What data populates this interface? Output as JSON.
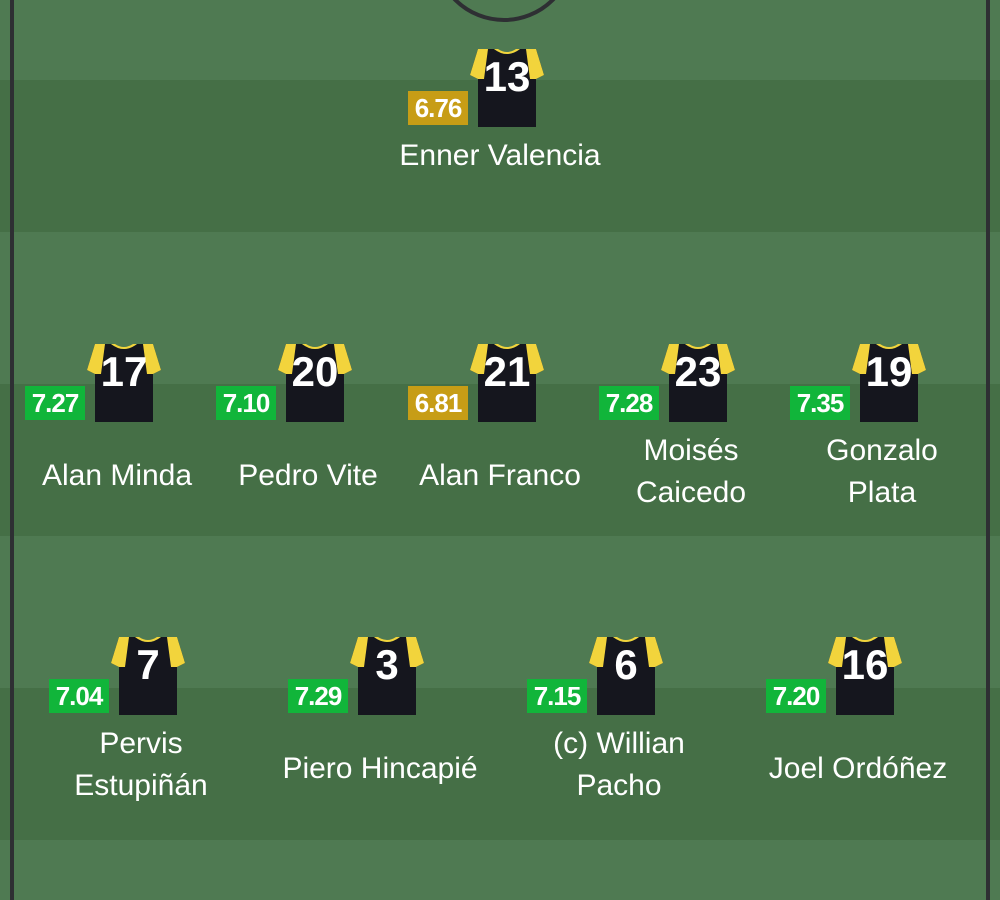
{
  "colors": {
    "rating_good": "#11b53a",
    "rating_average": "#c79d16",
    "shirt_body": "#15161e",
    "shirt_trim": "#f2d43c"
  },
  "lineup": {
    "forward": [
      {
        "number": "13",
        "rating": "6.76",
        "rating_level": "gold",
        "name": "Enner Valencia"
      }
    ],
    "midfield": [
      {
        "number": "17",
        "rating": "7.27",
        "rating_level": "green",
        "name": "Alan Minda"
      },
      {
        "number": "20",
        "rating": "7.10",
        "rating_level": "green",
        "name": "Pedro Vite"
      },
      {
        "number": "21",
        "rating": "6.81",
        "rating_level": "gold",
        "name": "Alan Franco"
      },
      {
        "number": "23",
        "rating": "7.28",
        "rating_level": "green",
        "name": "Moisés Caicedo"
      },
      {
        "number": "19",
        "rating": "7.35",
        "rating_level": "green",
        "name": "Gonzalo Plata"
      }
    ],
    "defence": [
      {
        "number": "7",
        "rating": "7.04",
        "rating_level": "green",
        "name": "Pervis Estupiñán"
      },
      {
        "number": "3",
        "rating": "7.29",
        "rating_level": "green",
        "name": "Piero Hincapié"
      },
      {
        "number": "6",
        "rating": "7.15",
        "rating_level": "green",
        "name": "(c) Willian Pacho"
      },
      {
        "number": "16",
        "rating": "7.20",
        "rating_level": "green",
        "name": "Joel Ordóñez"
      }
    ]
  }
}
